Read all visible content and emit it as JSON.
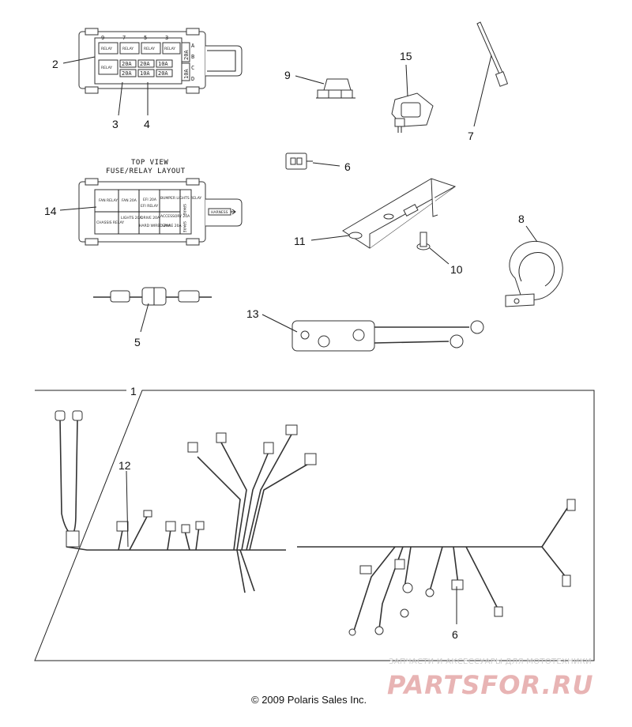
{
  "callouts": {
    "c1": "1",
    "c2": "2",
    "c3": "3",
    "c4": "4",
    "c5": "5",
    "c6a": "6",
    "c6b": "6",
    "c7": "7",
    "c8": "8",
    "c9": "9",
    "c10": "10",
    "c11": "11",
    "c12": "12",
    "c13": "13",
    "c14": "14",
    "c15": "15"
  },
  "fuse_top": {
    "col_numbers": [
      "9",
      "7",
      "5",
      "3"
    ],
    "row_letters": [
      "A",
      "B",
      "C",
      "D"
    ],
    "relay_labels": [
      "RELAY",
      "RELAY",
      "RELAY",
      "RELAY",
      "RELAY"
    ],
    "fuse_values": [
      "20A",
      "20A",
      "10A",
      "20A",
      "10A",
      "20A"
    ],
    "side_values": [
      "20A",
      "10A"
    ]
  },
  "layout_title": {
    "line1": "TOP VIEW",
    "line2": "FUSE/RELAY LAYOUT"
  },
  "fuse_layout": {
    "cells": [
      "FAN RELAY",
      "CHASSIS RELAY",
      "FAN 20A",
      "LIGHTS 20A",
      "EFI 20A",
      "EFI RELAY",
      "DRIVE 20A",
      "BUMPER LIGHTS RELAY",
      "ACCESSORY 20A",
      "HARD WIRED 20A",
      "SPARE 20A",
      "SPARE",
      "SPARE"
    ],
    "arrow_label": "HARNESS"
  },
  "watermark": {
    "tagline": "ЗАПЧАСТИ И АКСЕССУАРЫ ДЛЯ МОТОТЕХНИКИ",
    "brand": "PARTSFOR.RU"
  },
  "copyright": "© 2009 Polaris Sales Inc."
}
